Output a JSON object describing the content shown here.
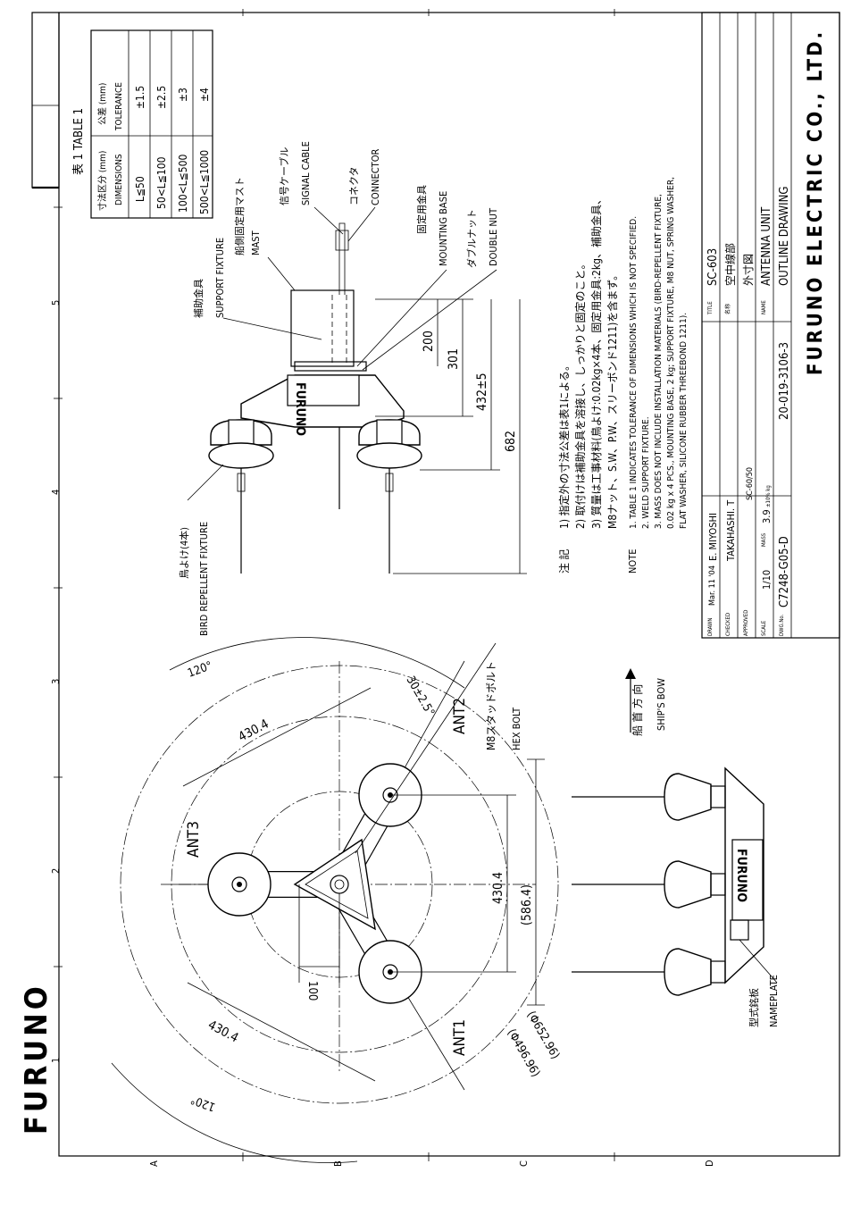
{
  "company": {
    "logo_text": "FURUNO",
    "name": "FURUNO ELECTRIC CO., LTD.",
    "part_logo": "FURUNO"
  },
  "border": {
    "columns": [
      "1",
      "2",
      "3",
      "4",
      "5"
    ],
    "rows": [
      "A",
      "B",
      "C",
      "D"
    ]
  },
  "tolerance_table": {
    "title": "表 1  TABLE 1",
    "header_dim_jp": "寸法区分 (mm)",
    "header_dim_en": "DIMENSIONS",
    "header_tol_jp": "公差 (mm)",
    "header_tol_en": "TOLERANCE",
    "rows": [
      {
        "dim": "L≦50",
        "tol": "±1.5"
      },
      {
        "dim": "50<L≦100",
        "tol": "±2.5"
      },
      {
        "dim": "100<L≦500",
        "tol": "±3"
      },
      {
        "dim": "500<L≦1000",
        "tol": "±4"
      }
    ]
  },
  "top_view": {
    "ant1": "ANT1",
    "ant2": "ANT2",
    "ant3": "ANT3",
    "dim_4304_a": "430.4",
    "dim_4304_b": "430.4",
    "dim_4304_c": "430.4",
    "dim_5864": "(586.4)",
    "dim_100": "100",
    "dim_30": "30±2.5°",
    "dim_120_a": "120°",
    "dim_120_b": "120°",
    "dia_65296": "(Φ652.96)",
    "dia_49696": "(Φ496.96)",
    "hex_bolt_jp": "M8スタッドボルト",
    "hex_bolt_en": "HEX BOLT",
    "bow_jp": "船 首 方 向",
    "bow_en": "SHIP'S BOW"
  },
  "side_view": {
    "support_fixture_jp": "補助金具",
    "support_fixture_en": "SUPPORT FIXTURE",
    "mast_jp": "船側固定用マスト",
    "mast_en": "MAST",
    "signal_cable_jp": "信号ケーブル",
    "signal_cable_en": "SIGNAL CABLE",
    "connector_jp": "コネクタ",
    "connector_en": "CONNECTOR",
    "mounting_base_jp": "固定用金具",
    "mounting_base_en": "MOUNTING BASE",
    "double_nut_jp": "ダブルナット",
    "double_nut_en": "DOUBLE NUT",
    "bird_jp": "鳥よけ(4本)",
    "bird_en": "BIRD REPELLENT FIXTURE",
    "dim_200": "200",
    "dim_301": "301",
    "dim_432": "432±5",
    "dim_682": "682"
  },
  "front_view": {
    "nameplate_jp": "型式銘板",
    "nameplate_en": "NAMEPLATE"
  },
  "notes": {
    "jp_label": "注  記",
    "jp": [
      "1) 指定外の寸法公差は表1による。",
      "2) 取付けは補助金具を溶接し、しっかりと固定のこと。",
      "3) 質量は工事材料(鳥よけ:0.02kg×4本、固定用金具:2kg、補助金具、",
      "    M8ナット、S.W、P.W、スリーボンド1211)を含まず。"
    ],
    "en_label": "NOTE",
    "en": [
      "1.  TABLE 1 INDICATES TOLERANCE OF DIMENSIONS WHICH IS NOT SPECIFIED.",
      "2.  WELD SUPPORT FIXTURE.",
      "3.  MASS DOES NOT INCLUDE INSTALLATION MATERIALS (BIRD-REPELLENT FIXTURE,",
      "     0.02 kg x 4 PCS., MOUNTING BASE, 2 kg; SUPPORT FIXTURE, M8 NUT, SPRING WASHER,",
      "     FLAT WASHER, SILICONE RUBBER THREEBOND 1211)."
    ]
  },
  "title_block": {
    "drawn_label": "DRAWN",
    "drawn_date": "Mar. 11 '04",
    "drawn_name": "E. MIYOSHI",
    "checked_label": "CHECKED",
    "checked_name": "TAKAHASHI. T",
    "approved_label": "APPROVED",
    "scale_label": "SCALE",
    "scale": "1/10",
    "mass_label": "MASS",
    "mass": "3.9",
    "mass_unit": "±10% kg",
    "dwg_label": "DWG.No.",
    "dwg_no": "C7248-G05-D",
    "title_label": "TITLE",
    "title_model": "SC-603",
    "name_label_jp": "名称",
    "name_jp_1": "空中線部",
    "name_jp_2": "外寸図",
    "name_label": "NAME",
    "name_en_1": "ANTENNA UNIT",
    "name_en_2": "OUTLINE DRAWING",
    "model_note": "SC-60/50",
    "ref_no": "20-019-3106-3"
  }
}
